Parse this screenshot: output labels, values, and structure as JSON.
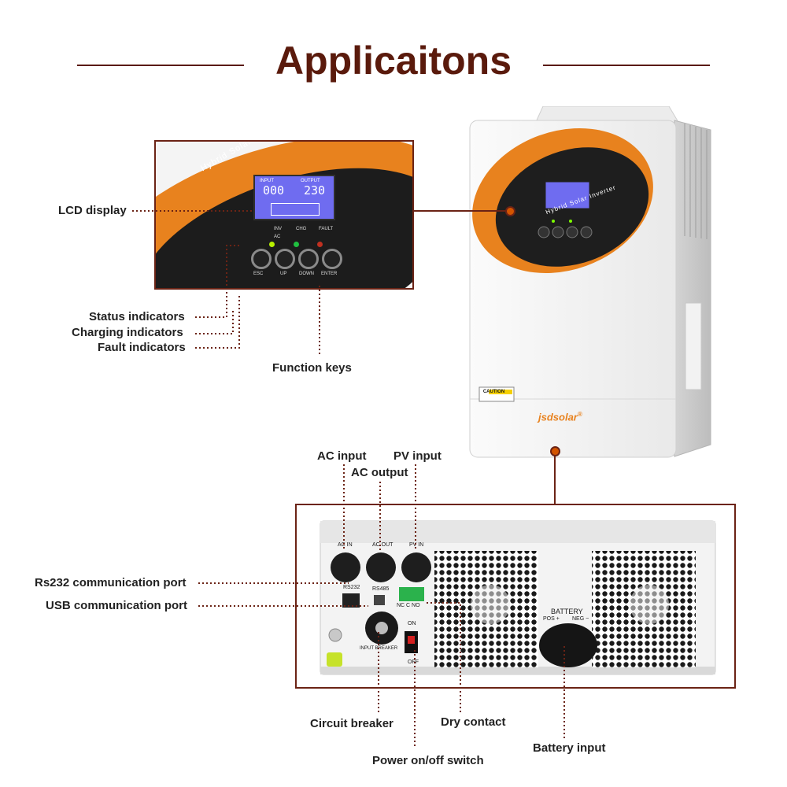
{
  "title": "Applicaitons",
  "brand": "jsdsolar",
  "brand_mark": "®",
  "product_text": "Hybrid Solar Inverter",
  "caution": "CAUTION",
  "panel": {
    "input_label": "INPUT",
    "output_label": "OUTPUT",
    "input_value": "000",
    "output_value": "230",
    "indicators": [
      "INV",
      "CHG",
      "FAULT",
      "AC"
    ],
    "keys": [
      "ESC",
      "UP",
      "DOWN",
      "ENTER"
    ]
  },
  "rear": {
    "ac_in": "AC IN",
    "ac_out": "AC OUT",
    "pv_in": "PV IN",
    "rs232": "RS232",
    "rs485": "RS485",
    "nc_c_no": "NC C NO",
    "on": "ON",
    "off": "OFF",
    "input_breaker": "INPUT BREAKER",
    "battery": "BATTERY",
    "pos": "POS +",
    "neg": "NEG −"
  },
  "callouts": {
    "lcd_display": "LCD display",
    "status_indicators": "Status indicators",
    "charging_indicators": "Charging indicators",
    "fault_indicators": "Fault indicators",
    "function_keys": "Function keys",
    "ac_input": "AC input",
    "pv_input": "PV input",
    "ac_output": "AC output",
    "rs232_port": "Rs232 communication port",
    "usb_port": "USB communication port",
    "circuit_breaker": "Circuit breaker",
    "dry_contact": "Dry contact",
    "battery_input": "Battery input",
    "power_switch": "Power on/off switch"
  },
  "colors": {
    "accent": "#e8821e",
    "frame": "#6b2315",
    "title": "#5a1a0c",
    "lcd": "#6f6cf0"
  }
}
